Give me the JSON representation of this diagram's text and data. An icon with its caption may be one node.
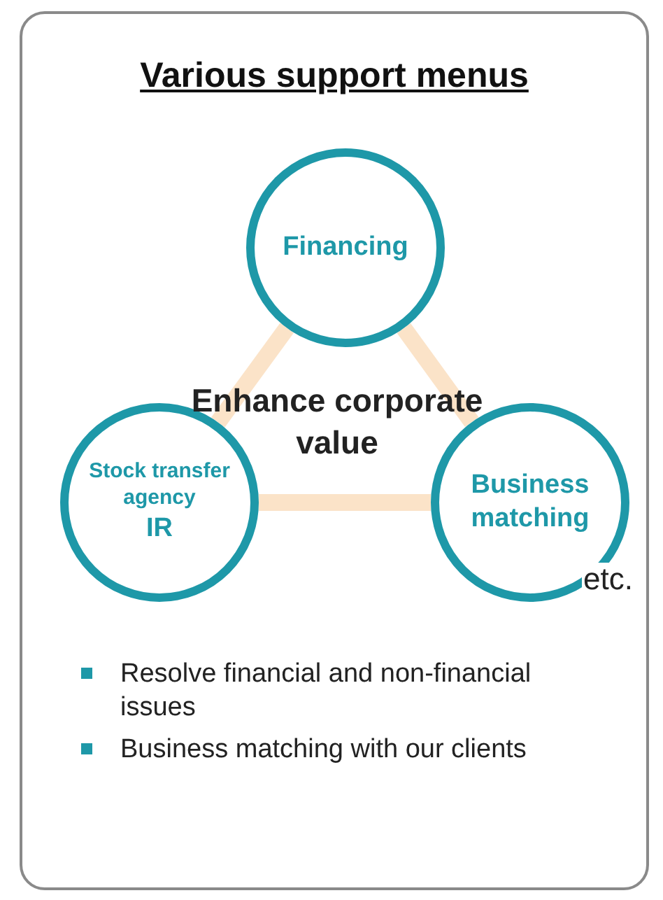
{
  "diagram": {
    "nodes": [
      {
        "text": [
          "Various support menus"
        ]
      },
      {
        "text": [
          "Financing"
        ],
        "in": 0
      },
      {
        "text": [
          "Stock transfer agency",
          "IR"
        ],
        "in": 0
      },
      {
        "text": [
          "Business matching"
        ],
        "in": 0
      }
    ],
    "edges": [
      {
        "from": 1,
        "to": 2,
        "arrow": "none",
        "color": "#fbe3c8"
      },
      {
        "from": 1,
        "to": 3,
        "arrow": "none",
        "color": "#fbe3c8"
      },
      {
        "from": 2,
        "to": 3,
        "arrow": "none",
        "color": "#fbe3c8"
      }
    ],
    "labels": [
      "Enhance corporate value",
      "etc.",
      "Resolve financial and non-financial issues",
      "Business matching with our clients"
    ]
  }
}
